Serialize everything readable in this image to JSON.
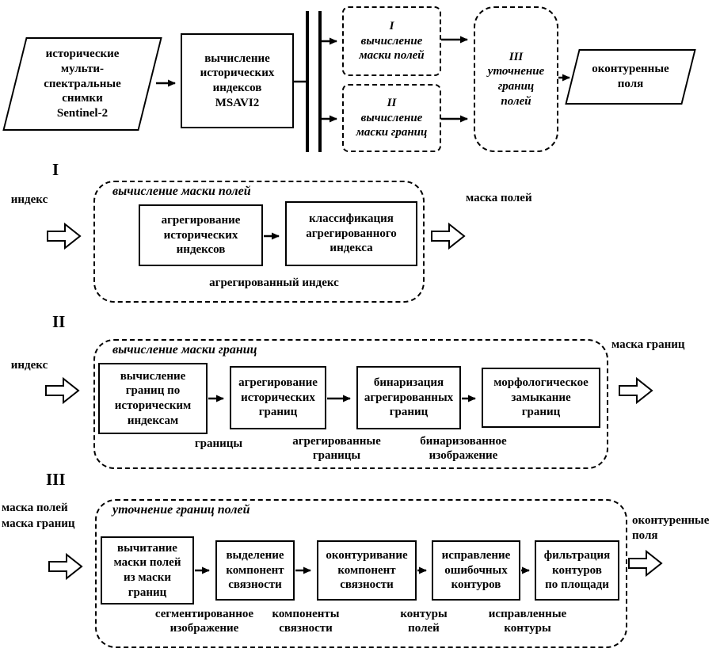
{
  "overview": {
    "input": "исторические\nмульти-\nспектральные\nснимки\nSentinel-2",
    "compute_indices": "вычисление\nисторических\nиндексов\nMSAVI2",
    "branch1": "I\nвычисление\nмаски полей",
    "branch2": "II\nвычисление\nмаски границ",
    "refine": "III\nуточнение\nграниц\nполей",
    "output": "оконтуренные\nполя"
  },
  "section1": {
    "label": "I",
    "input_label": "индекс",
    "title": "вычисление маски полей",
    "box1": "агрегирование\nисторических\nиндексов",
    "box2": "классификация\nагрегированного\nиндекса",
    "caption1": "агрегированный индекс",
    "output_label": "маска полей"
  },
  "section2": {
    "label": "II",
    "input_label": "индекс",
    "title": "вычисление маски границ",
    "box1": "вычисление\nграниц по\nисторическим\nиндексам",
    "box2": "агрегирование\nисторических\nграниц",
    "box3": "бинаризация\nагрегированных\nграниц",
    "box4": "морфологическое\nзамыкание\nграниц",
    "caption1": "границы",
    "caption2": "агрегированные\nграницы",
    "caption3": "бинаризованное\nизображение",
    "output_label": "маска границ"
  },
  "section3": {
    "label": "III",
    "input_label1": "маска полей",
    "input_label2": "маска границ",
    "title": "уточнение границ полей",
    "box1": "вычитание\nмаски полей\nиз маски\nграниц",
    "box2": "выделение\nкомпонент\nсвязности",
    "box3": "оконтуривание\nкомпонент\nсвязности",
    "box4": "исправление\nошибочных\nконтуров",
    "box5": "фильтрация\nконтуров\nпо площади",
    "caption1": "сегментированное\nизображение",
    "caption2": "компоненты\nсвязности",
    "caption3": "контуры\nполей",
    "caption4": "исправленные\nконтуры",
    "output_label": "оконтуренные\nполя"
  }
}
